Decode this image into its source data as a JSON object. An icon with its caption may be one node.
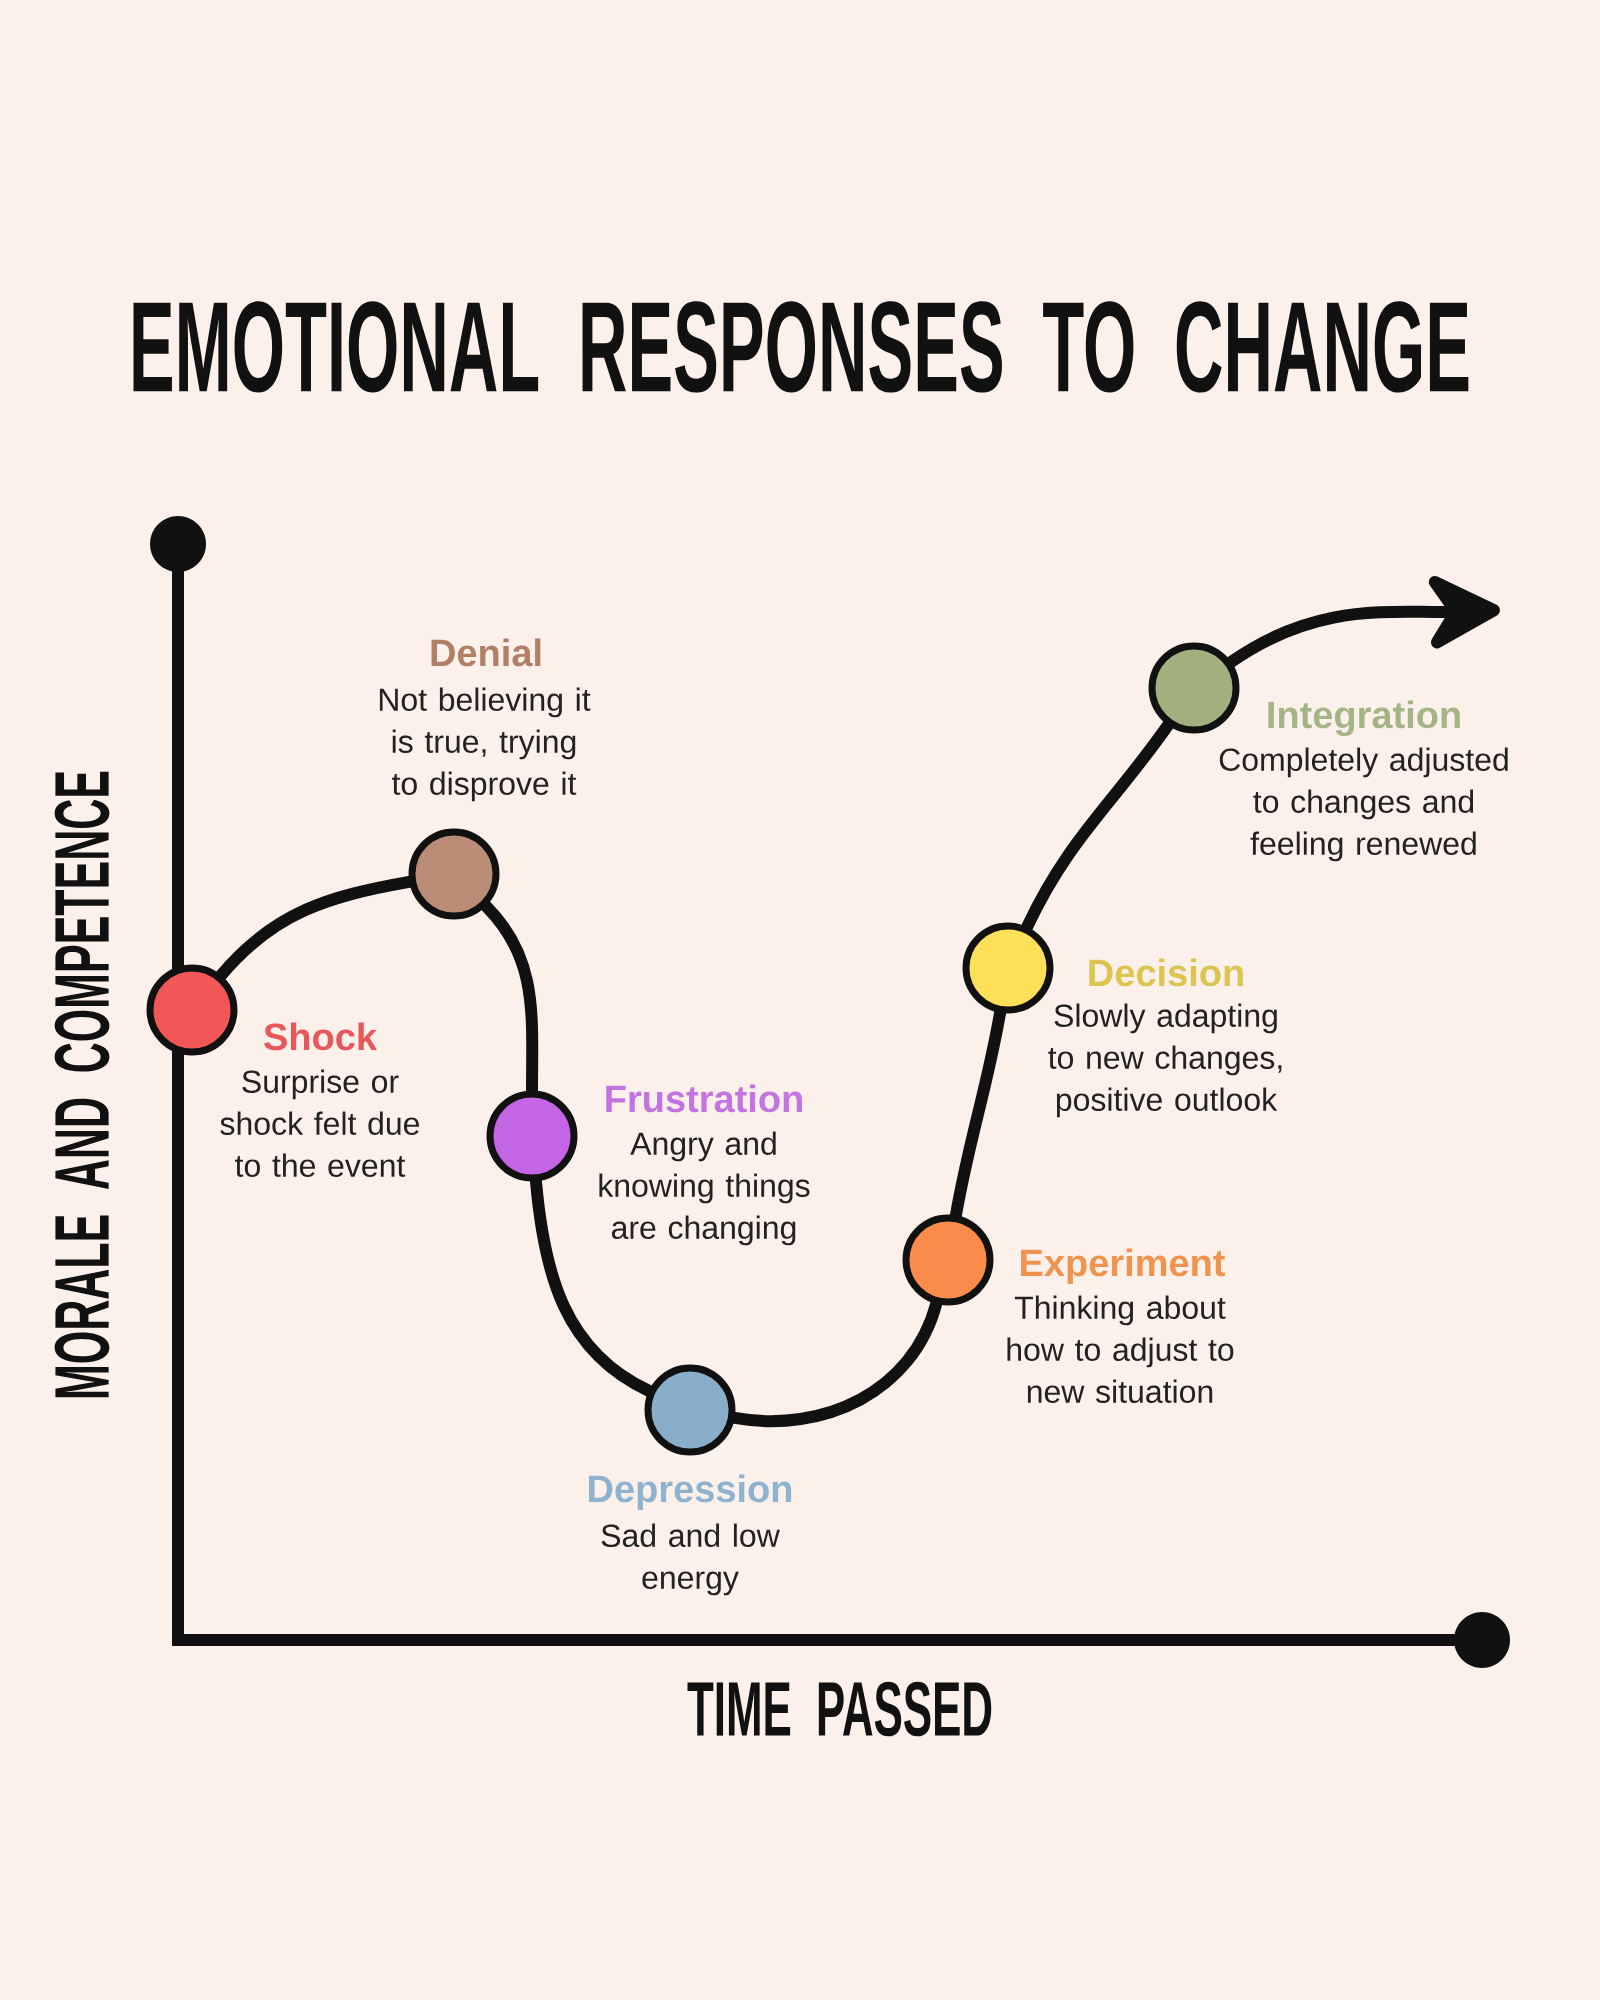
{
  "diagram": {
    "title": "EMOTIONAL RESPONSES TO CHANGE",
    "nodes": [
      {
        "text": [
          "Shock",
          "Surprise or shock felt due to the event"
        ]
      },
      {
        "text": [
          "Denial",
          "Not believing it is true, trying to disprove it"
        ]
      },
      {
        "text": [
          "Frustration",
          "Angry and knowing things are changing"
        ]
      },
      {
        "text": [
          "Depression",
          "Sad and low energy"
        ]
      },
      {
        "text": [
          "Experiment",
          "Thinking about how to adjust to new situation"
        ]
      },
      {
        "text": [
          "Decision",
          "Slowly adapting to new changes, positive outlook"
        ]
      },
      {
        "text": [
          "Integration",
          "Completely adjusted to changes and feeling renewed"
        ]
      }
    ],
    "edges": [
      {
        "from": 0,
        "to": 1,
        "arrow": "none"
      },
      {
        "from": 1,
        "to": 2,
        "arrow": "none"
      },
      {
        "from": 2,
        "to": 3,
        "arrow": "none"
      },
      {
        "from": 3,
        "to": 4,
        "arrow": "none"
      },
      {
        "from": 4,
        "to": 5,
        "arrow": "none"
      },
      {
        "from": 5,
        "to": 6,
        "arrow": "none"
      },
      {
        "from": 6,
        "to": null,
        "arrow": "to"
      }
    ],
    "labels": [
      "MORALE AND COMPETENCE",
      "TIME PASSED"
    ]
  }
}
